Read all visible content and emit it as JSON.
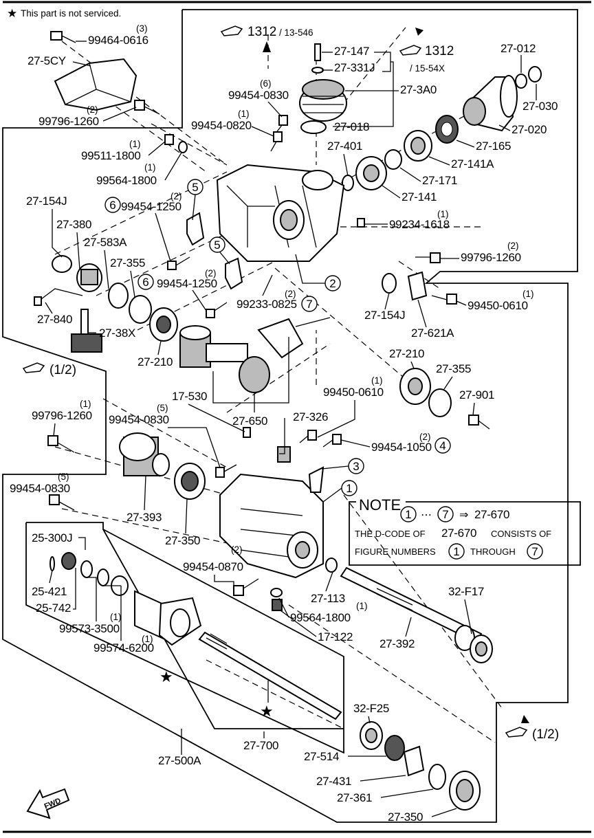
{
  "header_note": "This part is not serviced.",
  "refs": {
    "r1": "1312",
    "r1s": "/ 13-546",
    "r2": "1312",
    "r2s": "/ 15-54X",
    "r3": "(1/2)",
    "r4": "(1/2)"
  },
  "labels": {
    "p99464_0616": "99464-0616",
    "q99464_0616": "(3)",
    "p27_5CY": "27-5CY",
    "p99796_1260a": "99796-1260",
    "q99796_1260a": "(2)",
    "p27_147": "27-147",
    "p27_331J": "27-331J",
    "p27_3A0": "27-3A0",
    "p99454_0830a": "99454-0830",
    "q99454_0830a": "(6)",
    "p99454_0820": "99454-0820",
    "q99454_0820": "(1)",
    "p27_018": "27-018",
    "p27_012": "27-012",
    "p27_030": "27-030",
    "p27_020": "27-020",
    "p27_165": "27-165",
    "p27_141A": "27-141A",
    "p27_171": "27-171",
    "p27_141": "27-141",
    "p27_401": "27-401",
    "p99511_1800": "99511-1800",
    "q99511_1800": "(1)",
    "p99564_1800a": "99564-1800",
    "q99564_1800a": "(1)",
    "p27_154J_a": "27-154J",
    "p27_380": "27-380",
    "p99454_1250a": "99454-1250",
    "q99454_1250a": "(2)",
    "p27_583A": "27-583A",
    "p27_355a": "27-355",
    "p99454_1250b": "99454-1250",
    "q99454_1250b": "(2)",
    "p99233_0825": "99233-0825",
    "q99233_0825": "(2)",
    "p99234_1618": "99234-1618",
    "q99234_1618": "(1)",
    "p99796_1260b": "99796-1260",
    "q99796_1260b": "(2)",
    "p99450_0610a": "99450-0610",
    "q99450_0610a": "(1)",
    "p27_154J_b": "27-154J",
    "p27_621A": "27-621A",
    "p27_840": "27-840",
    "p27_38X": "27-38X",
    "p27_210a": "27-210",
    "p27_210b": "27-210",
    "p27_355b": "27-355",
    "p27_901": "27-901",
    "p17_530": "17-530",
    "p27_650": "27-650",
    "p27_326": "27-326",
    "p99450_0610b": "99450-0610",
    "q99450_0610b": "(1)",
    "p99796_1260c": "99796-1260",
    "q99796_1260c": "(1)",
    "p99454_0830b": "99454-0830",
    "q99454_0830b": "(5)",
    "p99454_1050": "99454-1050",
    "q99454_1050": "(2)",
    "p99454_0830c": "99454-0830",
    "q99454_0830c": "(5)",
    "p27_393": "27-393",
    "p27_350a": "27-350",
    "p25_300J": "25-300J",
    "p25_421": "25-421",
    "p25_742": "25-742",
    "p99573_3500": "99573-3500",
    "q99573_3500": "(1)",
    "p99574_6200": "99574-6200",
    "q99574_6200": "(1)",
    "p99454_0870": "99454-0870",
    "q99454_0870": "(2)",
    "p27_113": "27-113",
    "p99564_1800b": "99564-1800",
    "q99564_1800b": "(1)",
    "p17_122": "17-122",
    "p32_F17": "32-F17",
    "p27_392": "27-392",
    "p27_700": "27-700",
    "p27_500A": "27-500A",
    "p32_F25": "32-F25",
    "p27_514": "27-514",
    "p27_431": "27-431",
    "p27_361": "27-361",
    "p27_350b": "27-350",
    "fwd": "FWD"
  },
  "circled": {
    "c5a": "5",
    "c6a": "6",
    "c5b": "5",
    "c6b": "6",
    "c2": "2",
    "c7": "7",
    "c4": "4",
    "c3": "3",
    "c1": "1"
  },
  "note": {
    "title": "NOTE",
    "from": "1",
    "to": "7",
    "arrow_target": "27-670",
    "line2a": "THE D-CODE OF",
    "line2b": "27-670",
    "line2c": "CONSISTS OF",
    "line3a": "FIGURE NUMBERS",
    "line3b": "1",
    "line3c": "THROUGH",
    "line3d": "7",
    "dots": "⋯",
    "arrow": "⇒"
  }
}
